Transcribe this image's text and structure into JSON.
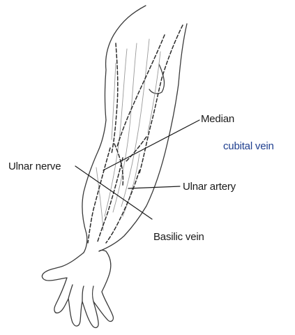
{
  "labels": {
    "median_cubital_vein_line1": "Median",
    "median_cubital_vein_line2": "cubital vein",
    "ulnar_nerve": "Ulnar nerve",
    "ulnar_artery": "Ulnar artery",
    "basilic_vein": "Basilic vein"
  },
  "colors": {
    "outline": "#3a3a3a",
    "vessel": "#2a2a2a",
    "muscle": "#9a9a9a",
    "leader": "#1a1a1a",
    "label_text": "#1a1a1a",
    "label_accent": "#1f3f8f"
  }
}
